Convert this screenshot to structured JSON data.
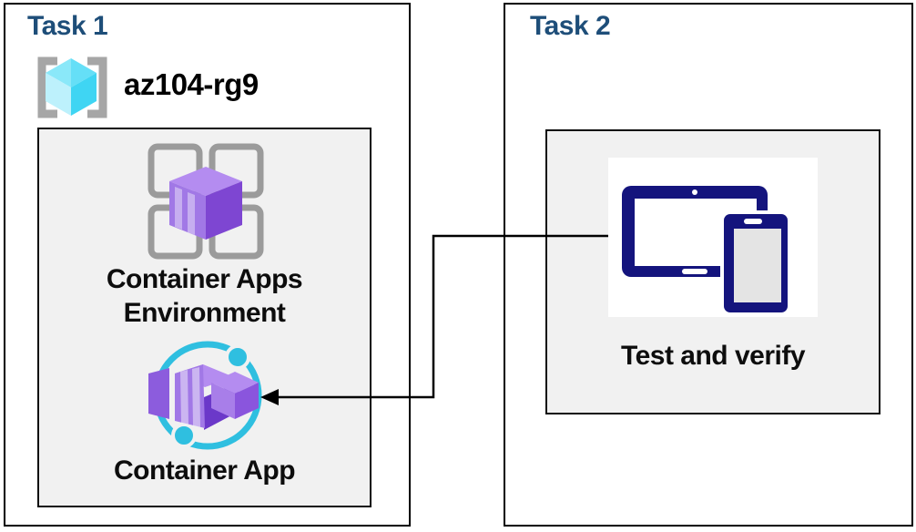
{
  "diagram": {
    "task1": {
      "title": "Task 1",
      "resource_group_name": "az104-rg9",
      "environment_label_line1": "Container Apps",
      "environment_label_line2": "Environment",
      "app_label": "Container App"
    },
    "task2": {
      "title": "Task 2",
      "verify_label": "Test and verify"
    },
    "icons": {
      "resource_group": "azure-resource-group-icon",
      "environment": "container-apps-environment-icon",
      "app": "container-app-icon",
      "devices": "tablet-and-phone-icon",
      "connector": "arrow-from-devices-to-container-app"
    },
    "colors": {
      "task_title_blue": "#1e4e79",
      "label_text": "#0d0d0d",
      "box_border": "#000000",
      "inner_box_fill": "#f1f1f1",
      "device_navy": "#14147d",
      "device_screen_gray": "#e4e4e4",
      "app_circle_cyan": "#2fbfe0",
      "container_purple_light": "#b48cf0",
      "container_purple_mid": "#a178e6",
      "container_purple_dark": "#7e46d2",
      "rg_cube_cyan": "#3fd5f3",
      "bracket_gray": "#a6a6a6",
      "grid_frame_gray": "#9b9b9b"
    }
  }
}
